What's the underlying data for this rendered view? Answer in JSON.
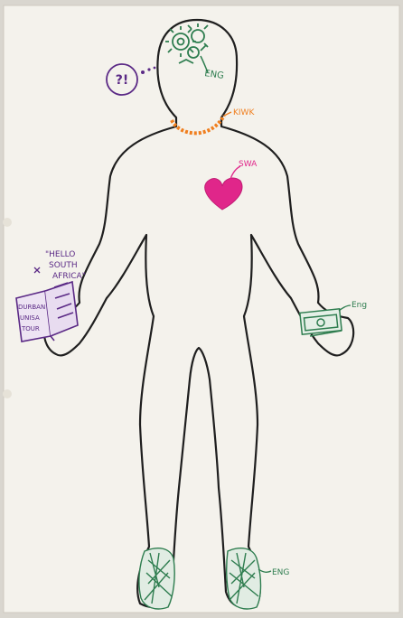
{
  "photo": {
    "annotations": {
      "thought_bubble": "?!",
      "gears_label": "ENG",
      "necklace_label": "KIWK",
      "heart_label": "SWA",
      "book_caption_line1": "\"HELLO",
      "book_caption_line2": "SOUTH",
      "book_caption_line3": "AFRICA\"",
      "book_cover_line1": "DURBAN",
      "book_cover_line2": "UNISA",
      "book_cover_line3": "TOUR",
      "money_label": "Eng",
      "shoes_label": "ENG"
    },
    "colors": {
      "paper": "#f4f2ec",
      "outline": "#1f1f1f",
      "green": "#2e7d4f",
      "purple": "#5b2a86",
      "orange": "#f07f1f",
      "pink": "#e0268a"
    }
  }
}
